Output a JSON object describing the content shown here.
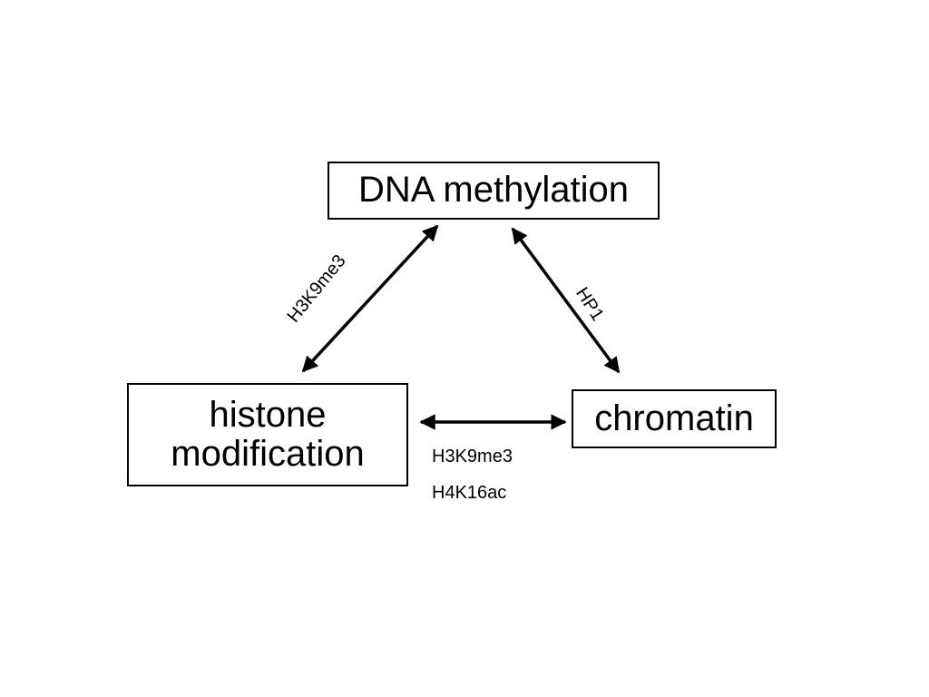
{
  "nodes": {
    "dna_methylation": "DNA methylation",
    "histone_modification": "histone\nmodification",
    "chromatin": "chromatin"
  },
  "edges": {
    "dna_histone_label": "H3K9me3",
    "dna_chromatin_label": "HP1",
    "histone_chromatin_labels": [
      "H3K9me3",
      "H4K16ac"
    ]
  }
}
